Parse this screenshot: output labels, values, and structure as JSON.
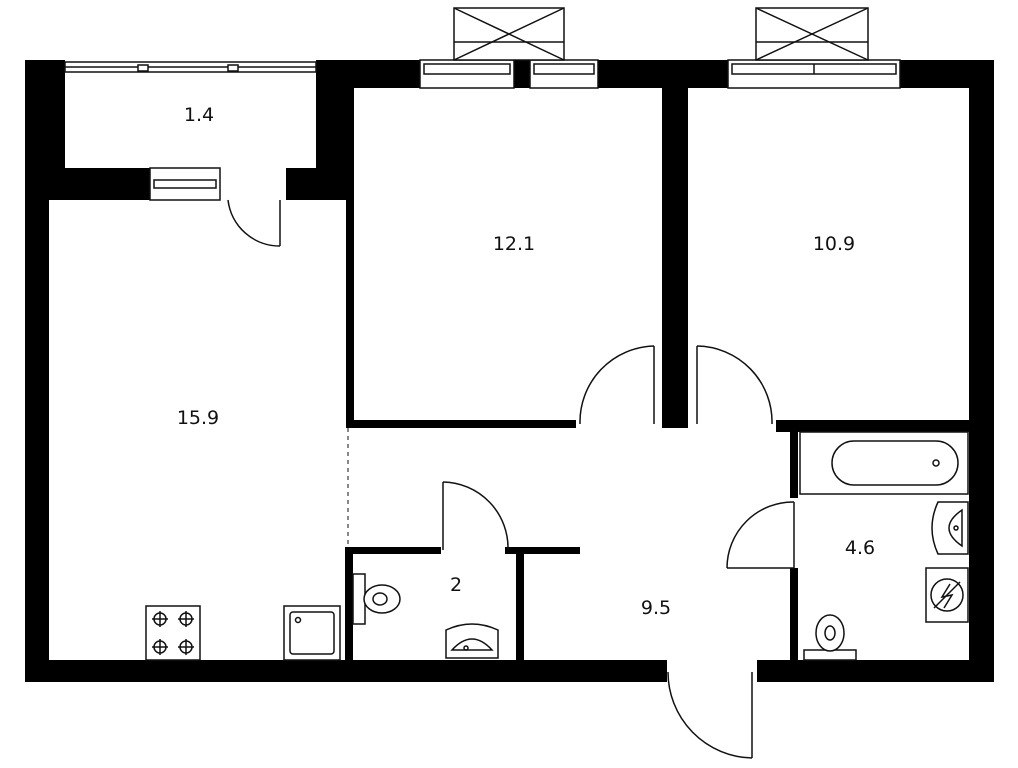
{
  "rooms": [
    {
      "id": "balcony",
      "area": "1.4"
    },
    {
      "id": "bedroom-1",
      "area": "12.1"
    },
    {
      "id": "bedroom-2",
      "area": "10.9"
    },
    {
      "id": "kitchen-living",
      "area": "15.9"
    },
    {
      "id": "bathroom",
      "area": "4.6"
    },
    {
      "id": "toilet",
      "area": "2"
    },
    {
      "id": "hallway",
      "area": "9.5"
    }
  ],
  "colors": {
    "wall": "#000000",
    "line": "#111111",
    "background": "#ffffff"
  },
  "icons": [
    "stove-icon",
    "sink-icon",
    "toilet-icon",
    "washbasin-icon",
    "bathtub-icon",
    "washing-machine-icon",
    "ac-unit-icon"
  ]
}
